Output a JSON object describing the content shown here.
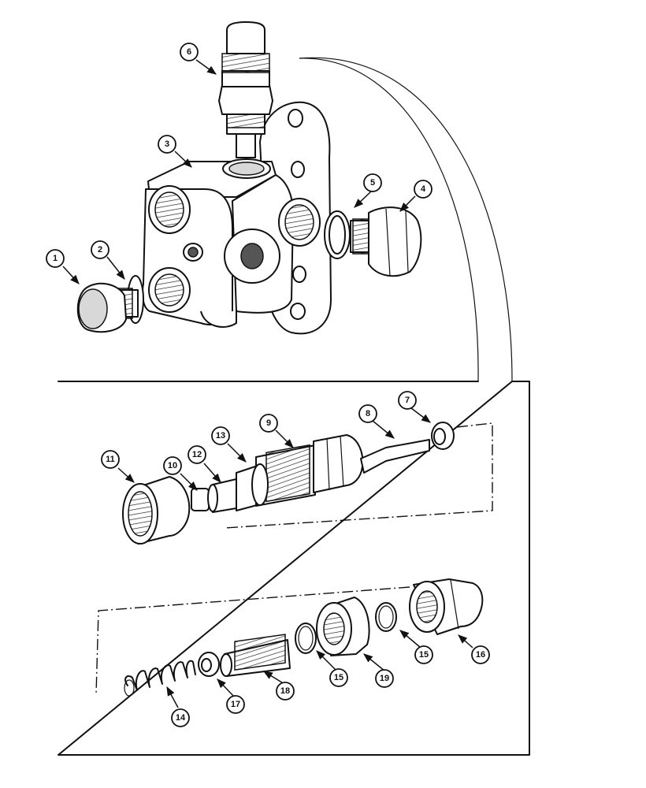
{
  "callouts": [
    {
      "label": "1"
    },
    {
      "label": "2"
    },
    {
      "label": "3"
    },
    {
      "label": "4"
    },
    {
      "label": "5"
    },
    {
      "label": "6"
    },
    {
      "label": "7"
    },
    {
      "label": "8"
    },
    {
      "label": "9"
    },
    {
      "label": "10"
    },
    {
      "label": "11"
    },
    {
      "label": "12"
    },
    {
      "label": "13"
    },
    {
      "label": "14"
    },
    {
      "label": "15"
    },
    {
      "label": "15"
    },
    {
      "label": "16"
    },
    {
      "label": "17"
    },
    {
      "label": "18"
    },
    {
      "label": "19"
    }
  ]
}
